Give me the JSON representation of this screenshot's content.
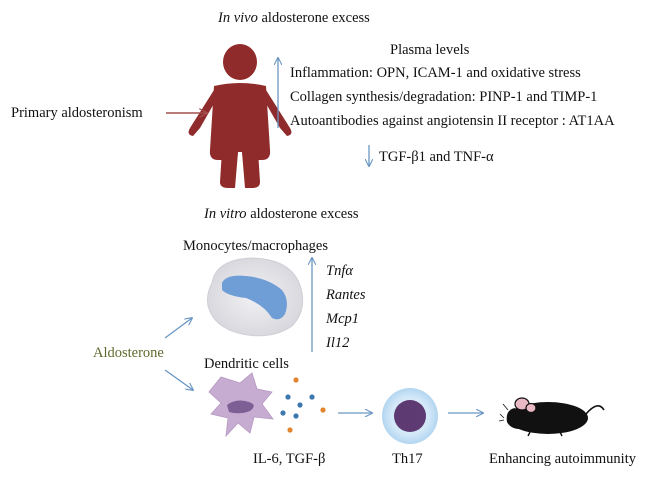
{
  "invivo": {
    "heading_prefix": "In vivo",
    "heading_suffix": " aldosterone excess",
    "plasma_title": "Plasma levels",
    "up_items": [
      "Inflammation: OPN, ICAM-1 and oxidative stress",
      "Collagen synthesis/degradation: PINP-1 and TIMP-1",
      "Autoantibodies against angiotensin II receptor : AT1AA"
    ],
    "down_item": "TGF-β1 and TNF-α",
    "source_label": "Primary aldosteronism"
  },
  "invitro": {
    "heading_prefix": "In vitro",
    "heading_suffix": " aldosterone excess",
    "mono_label": "Monocytes/macrophages",
    "genes": [
      "Tnfα",
      "Rantes",
      "Mcp1",
      "Il12"
    ],
    "source_label": "Aldosterone",
    "dc_label": "Dendritic cells",
    "cytokines_label": "IL-6, TGF-β",
    "th17_label": "Th17",
    "outcome_label": "Enhancing autoimmunity"
  },
  "colors": {
    "arrow_blue": "#6a96c4",
    "arrow_red": "#a3504e",
    "person": "#8f2b2b",
    "aldosterone_text": "#5e6b2e",
    "macrophage_outer": "#dddde3",
    "macrophage_nucleus": "#6f9dd6",
    "dc_body": "#c7acd1",
    "dc_nucleus": "#7e5f95",
    "th17_outer": "#b8d9f2",
    "th17_nucleus": "#5d3a72",
    "dot_blue": "#3c78ad",
    "dot_orange": "#e2852f",
    "mouse": "#111111",
    "mouse_ear": "#e8b8c4"
  },
  "icons": {
    "person": "person-icon",
    "macrophage": "macrophage-cell-icon",
    "dendritic": "dendritic-cell-icon",
    "th17": "th17-cell-icon",
    "mouse": "mouse-icon"
  }
}
